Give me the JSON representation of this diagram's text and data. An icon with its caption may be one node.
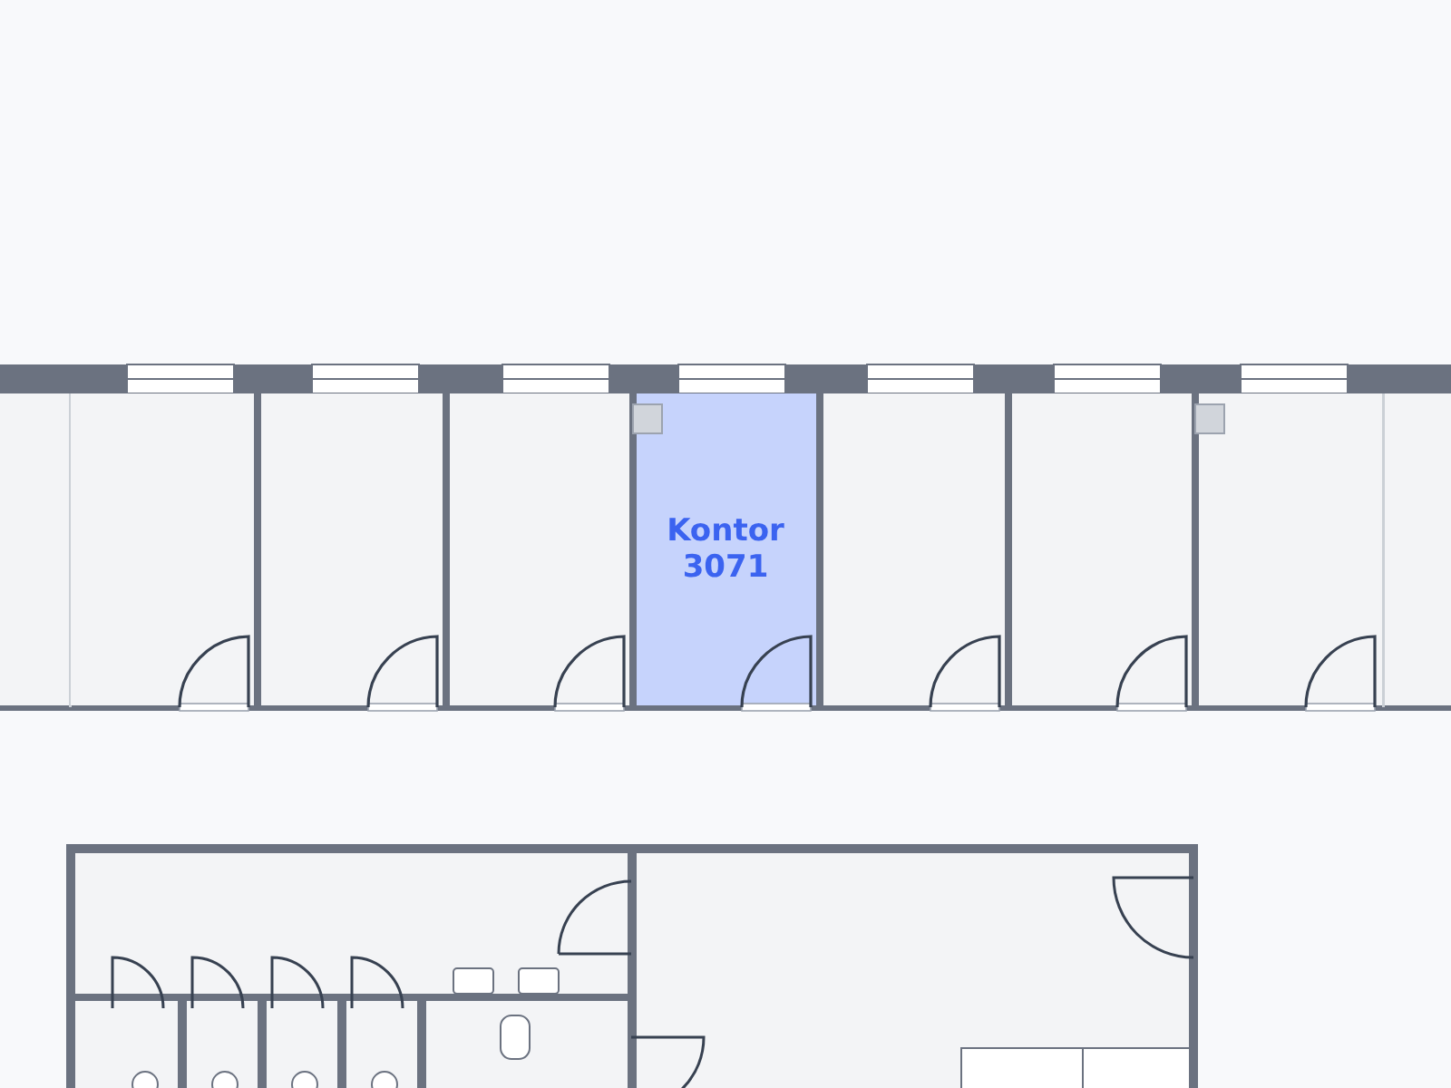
{
  "diagram": {
    "nodes": [
      {
        "text": [],
        "shape": "box"
      },
      {
        "text": [],
        "shape": "box"
      },
      {
        "text": [],
        "shape": "box"
      },
      {
        "text": [
          "Kontor 3071"
        ]
      },
      {
        "text": [],
        "shape": "box"
      },
      {
        "text": [],
        "shape": "box"
      },
      {
        "text": [],
        "shape": "box"
      }
    ]
  }
}
